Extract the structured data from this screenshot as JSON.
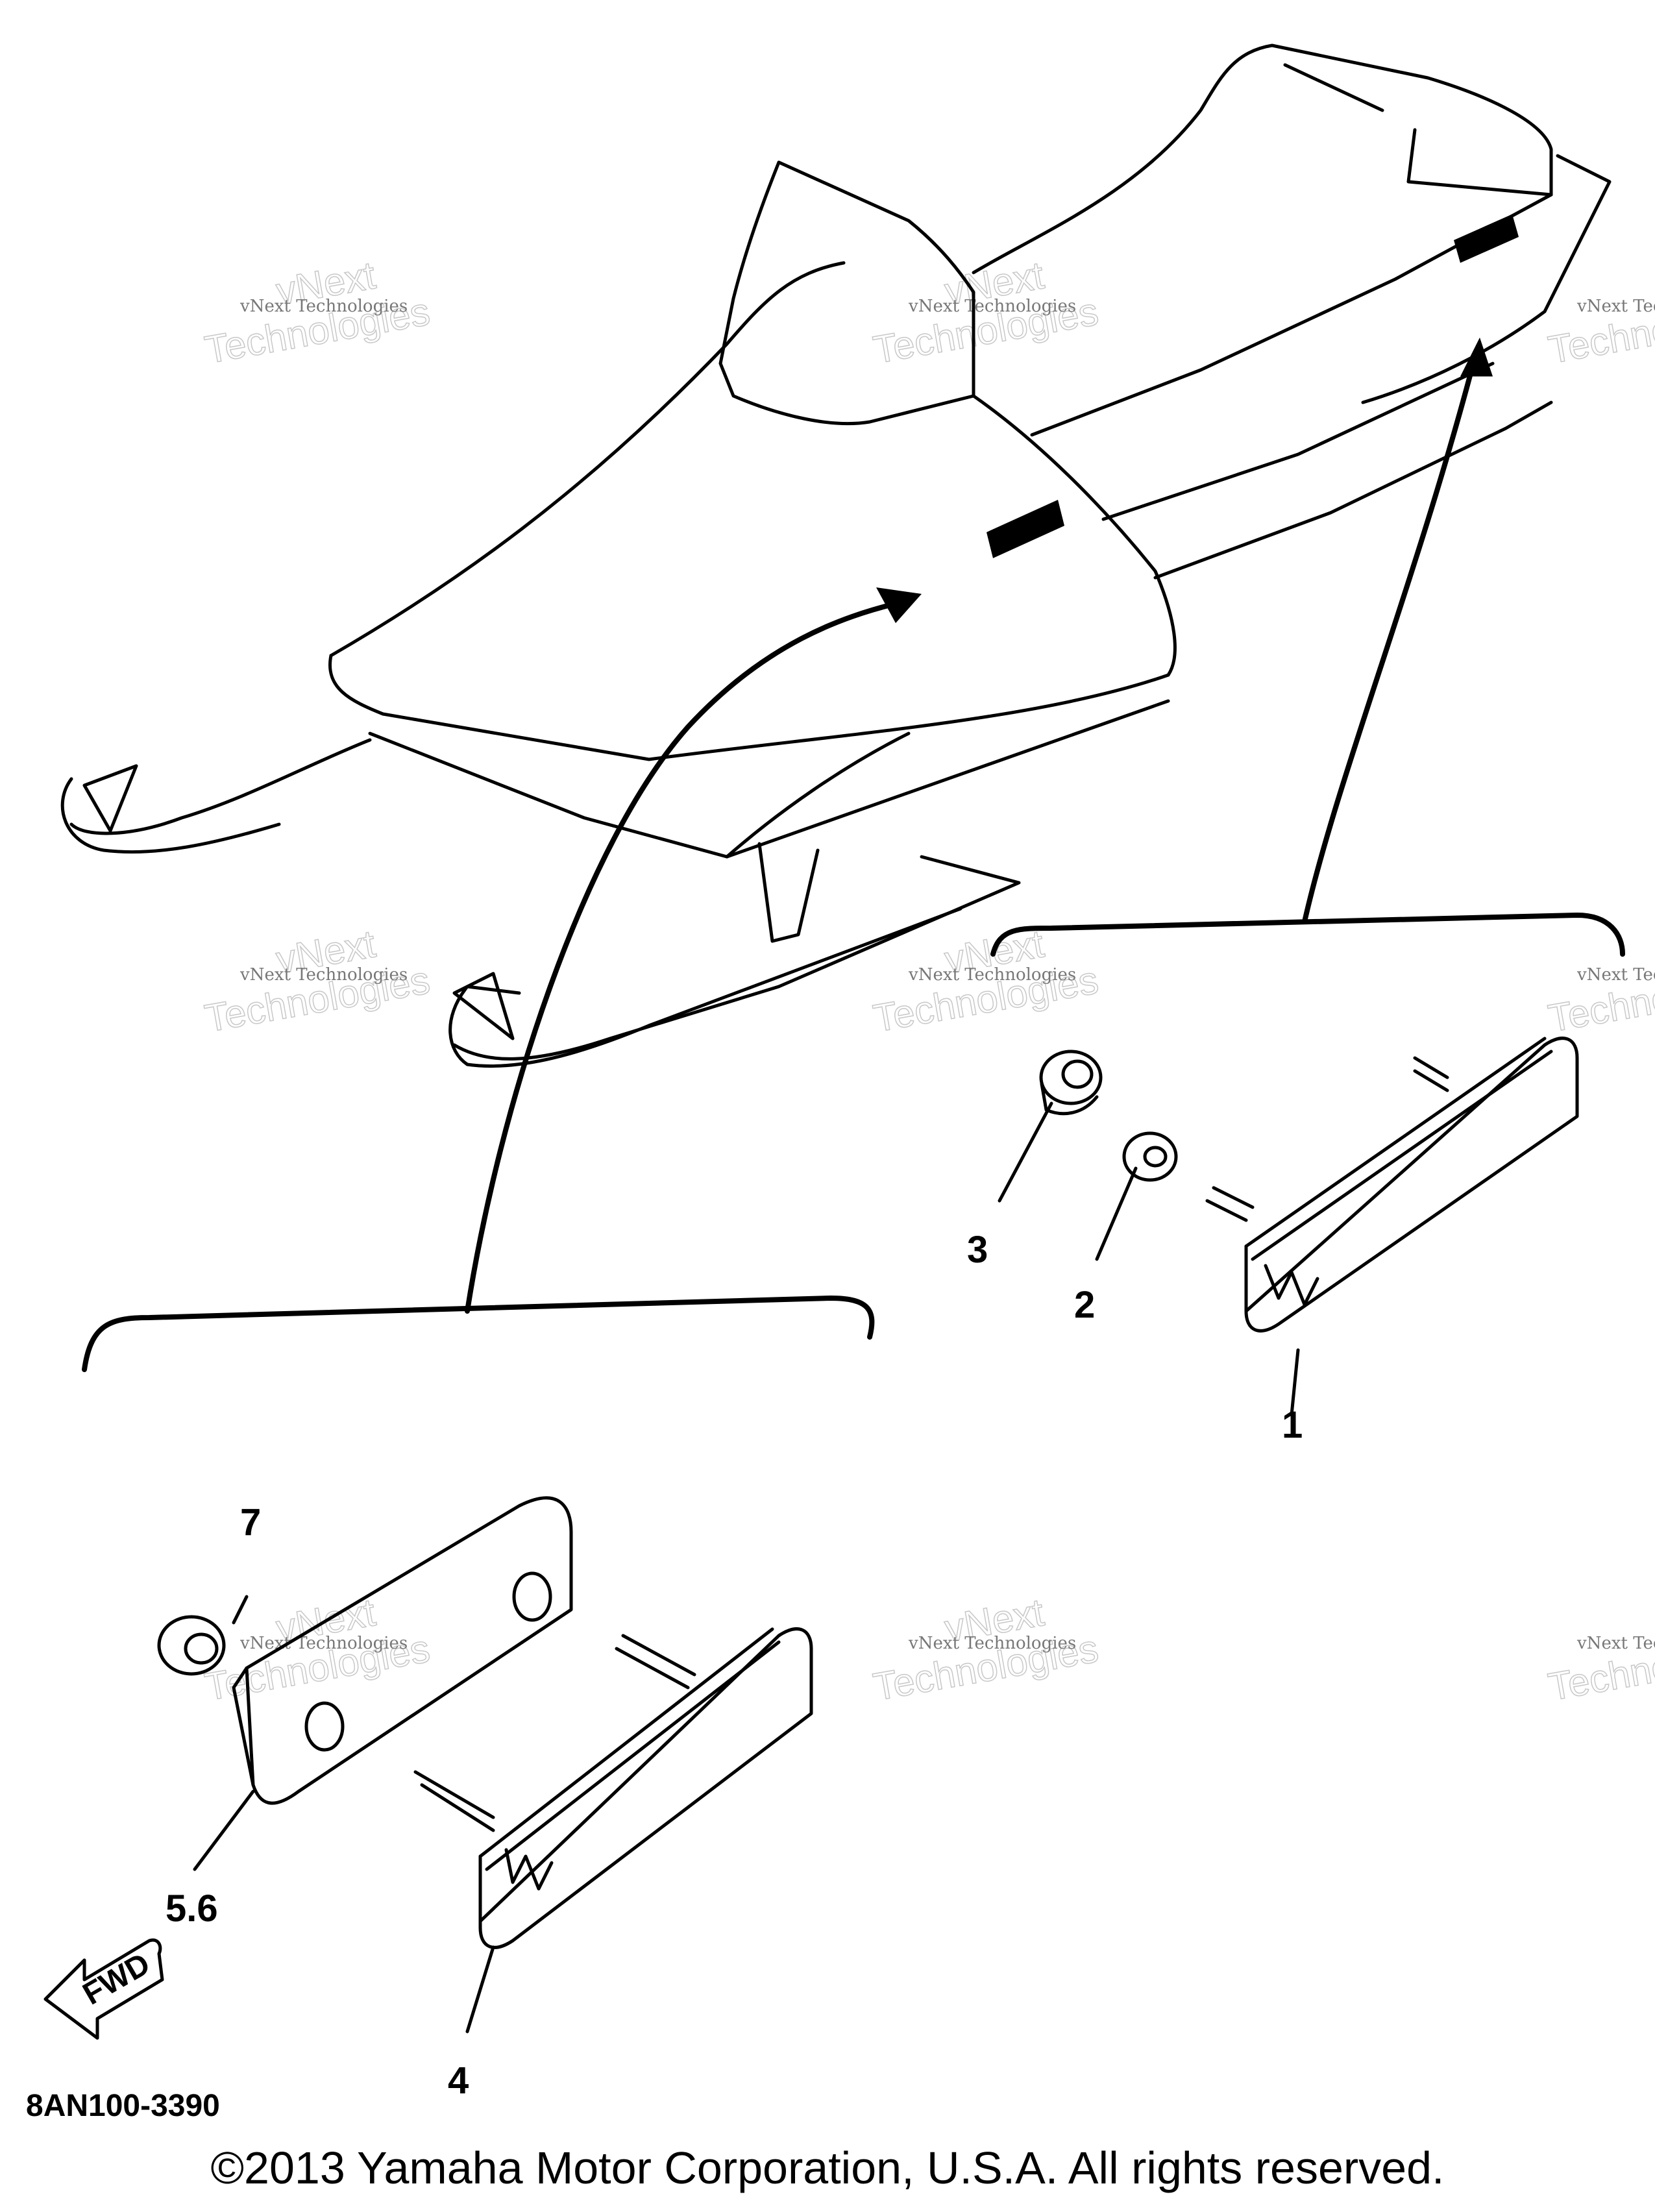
{
  "diagram": {
    "part_code": "8AN100-3390",
    "fwd_label": "FWD",
    "callouts": [
      "1",
      "2",
      "3",
      "4",
      "5.6",
      "7"
    ],
    "watermark": {
      "line1": "vNext Technologies",
      "line2": "vNext",
      "line3": "Technologies"
    },
    "copyright": "©2013 Yamaha Motor Corporation, U.S.A. All rights reserved."
  }
}
